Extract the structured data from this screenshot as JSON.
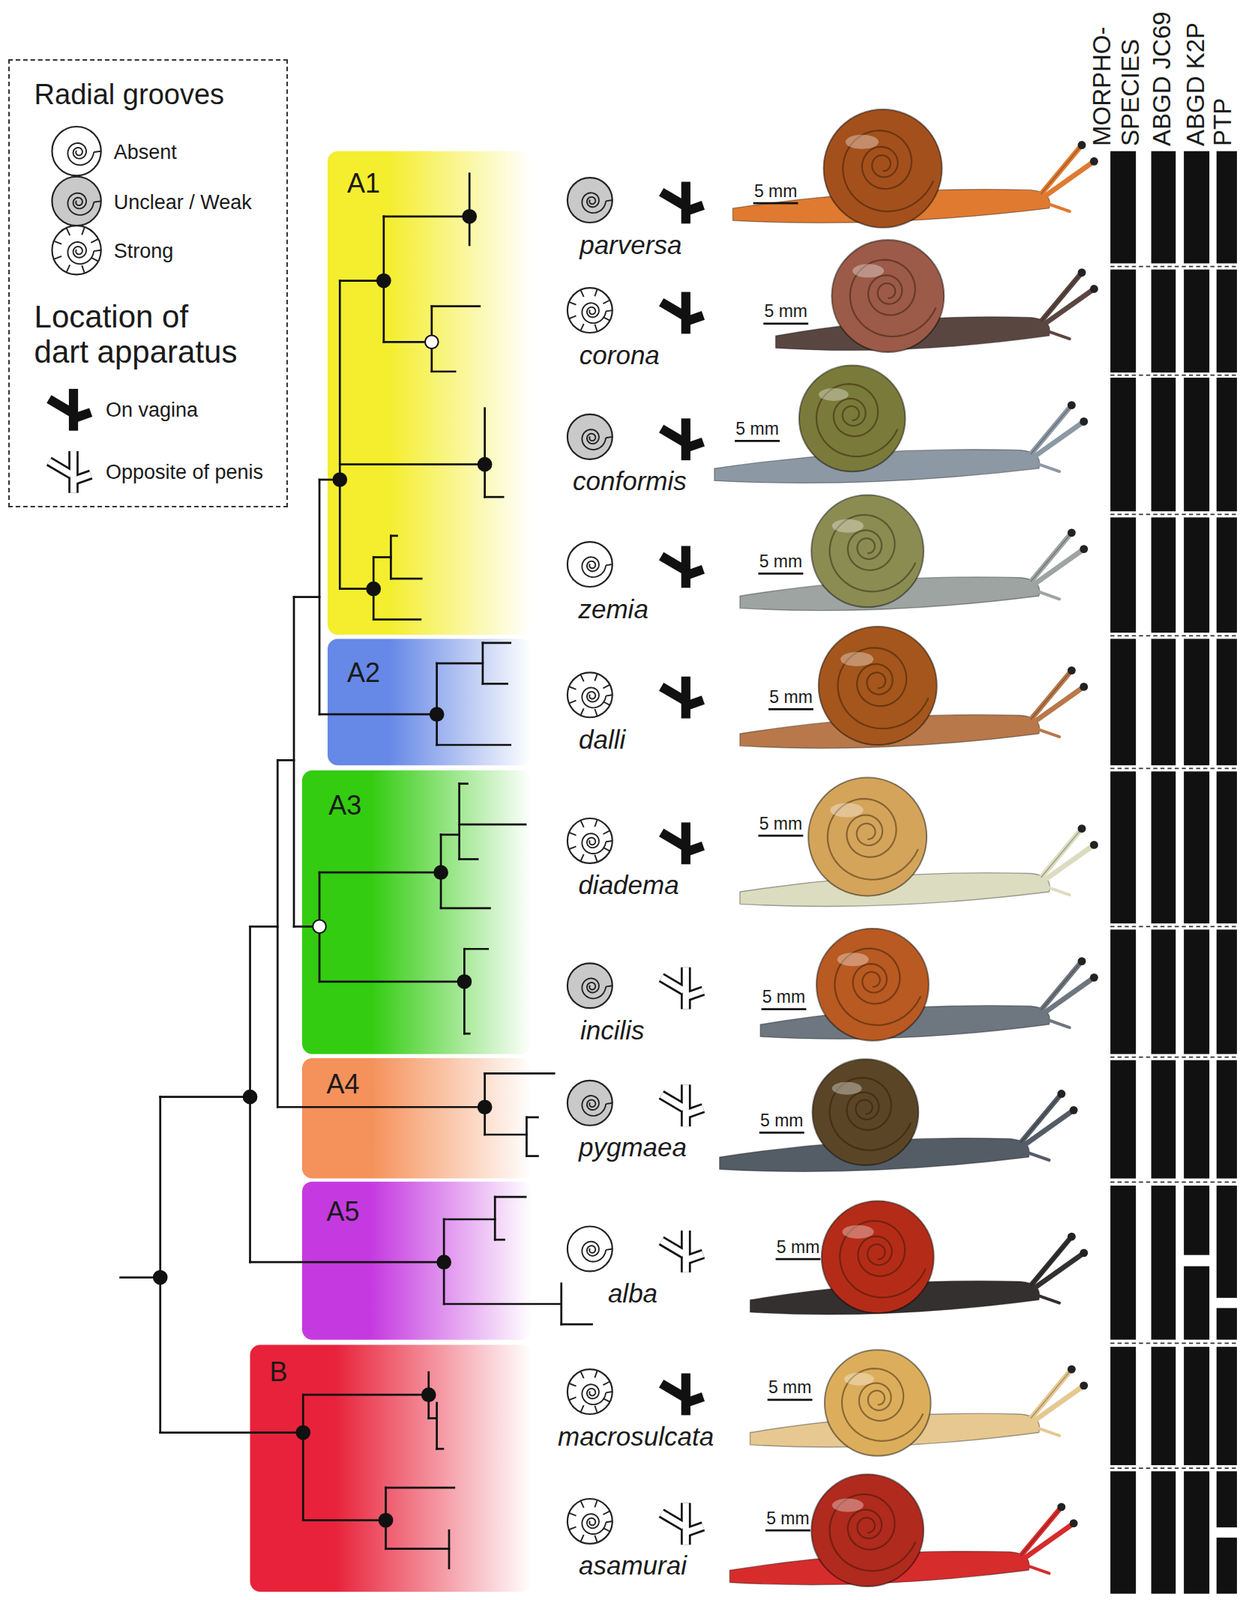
{
  "diagram": {
    "nodes": [
      {
        "text": [
          "Radial grooves",
          "Location of dart apparatus"
        ]
      },
      {
        "text": [
          "A1"
        ]
      },
      {
        "text": [
          "A2"
        ]
      },
      {
        "text": [
          "A3"
        ]
      },
      {
        "text": [
          "A4"
        ]
      },
      {
        "text": [
          "A5"
        ]
      },
      {
        "text": [
          "B"
        ]
      }
    ],
    "labels": [
      "MORPHO- SPECIES",
      "ABGD JC69",
      "ABGD K2P",
      "PTP",
      "parversa",
      "5 mm",
      "corona",
      "5 mm",
      "conformis",
      "5 mm",
      "zemia",
      "5 mm",
      "dalli",
      "5 mm",
      "diadema",
      "5 mm",
      "incilis",
      "5 mm",
      "pygmaea",
      "5 mm",
      "alba",
      "5 mm",
      "macrosulcata",
      "5 mm",
      "asamurai",
      "5 mm"
    ],
    "legend": [
      {
        "text": "Absent"
      },
      {
        "text": "Unclear / Weak"
      },
      {
        "text": "Strong"
      },
      {
        "text": "On vagina"
      },
      {
        "text": "Opposite of penis"
      }
    ]
  }
}
